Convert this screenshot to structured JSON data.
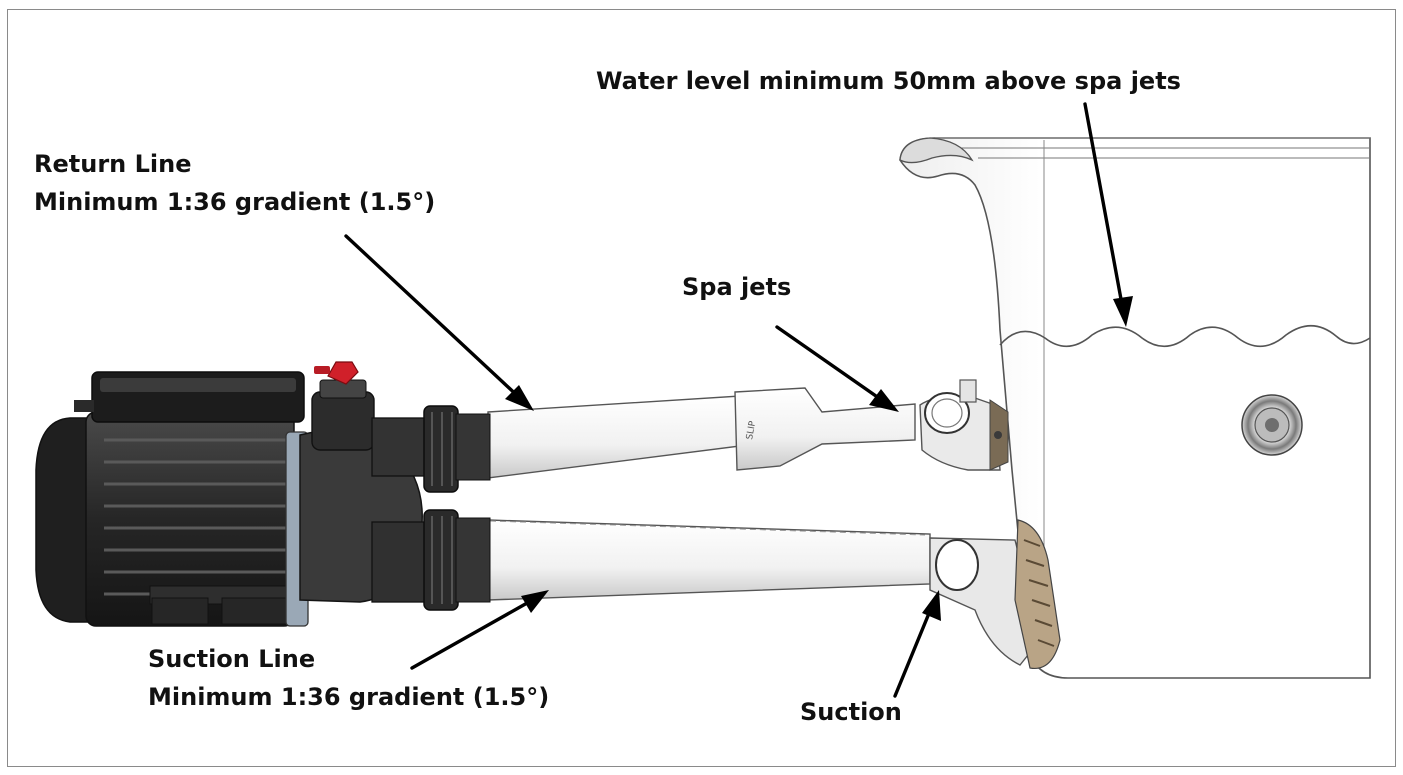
{
  "labels": {
    "water_level": "Water level minimum 50mm above spa jets",
    "return_line_title": "Return Line",
    "return_line_gradient": "Minimum 1:36 gradient (1.5°)",
    "spa_jets": "Spa jets",
    "suction_line_title": "Suction Line",
    "suction_line_gradient": "Minimum 1:36 gradient (1.5°)",
    "suction": "Suction"
  },
  "colors": {
    "motor_body": "#2b2b2b",
    "pump_body": "#3a3a3a",
    "pipe": "#f4f4f4",
    "valve_handle": "#d0202a",
    "outline": "#555555",
    "arrow": "#000000"
  }
}
